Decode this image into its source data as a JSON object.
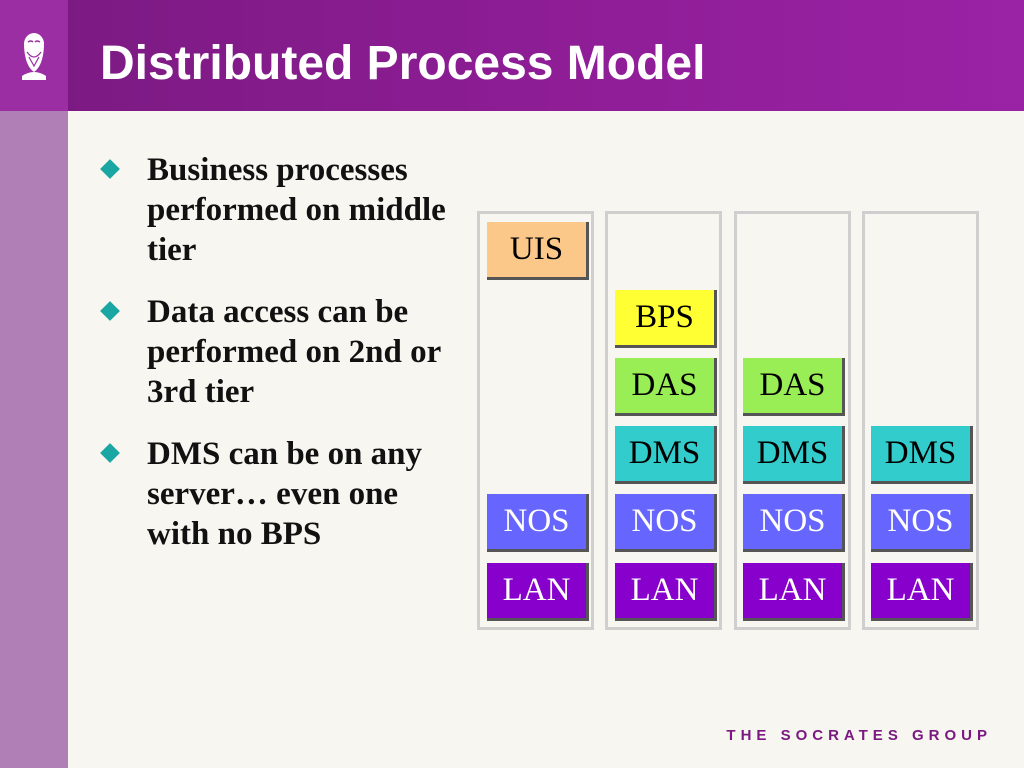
{
  "slide": {
    "title": "Distributed Process Model",
    "footer": "THE SOCRATES GROUP",
    "logo_icon": "socrates-bust-icon"
  },
  "bullets": [
    {
      "text": "Business processes performed on middle tier"
    },
    {
      "text": "Data access can be performed on 2nd or 3rd tier"
    },
    {
      "text": "DMS can be on any server… even one with no BPS"
    }
  ],
  "colors": {
    "header": "#8e1d96",
    "sidebar": "#b07fb6",
    "bullet": "#1aa6a3",
    "UIS": "#fcc88a",
    "BPS": "#ffff33",
    "DAS": "#99ee55",
    "DMS": "#33cccc",
    "NOS": "#6666ff",
    "LAN": "#8800cc"
  },
  "tiers": [
    {
      "blocks": {
        "uis": "UIS",
        "nos": "NOS",
        "lan": "LAN"
      }
    },
    {
      "blocks": {
        "bps": "BPS",
        "das": "DAS",
        "dms": "DMS",
        "nos": "NOS",
        "lan": "LAN"
      }
    },
    {
      "blocks": {
        "das": "DAS",
        "dms": "DMS",
        "nos": "NOS",
        "lan": "LAN"
      }
    },
    {
      "blocks": {
        "dms": "DMS",
        "nos": "NOS",
        "lan": "LAN"
      }
    }
  ]
}
